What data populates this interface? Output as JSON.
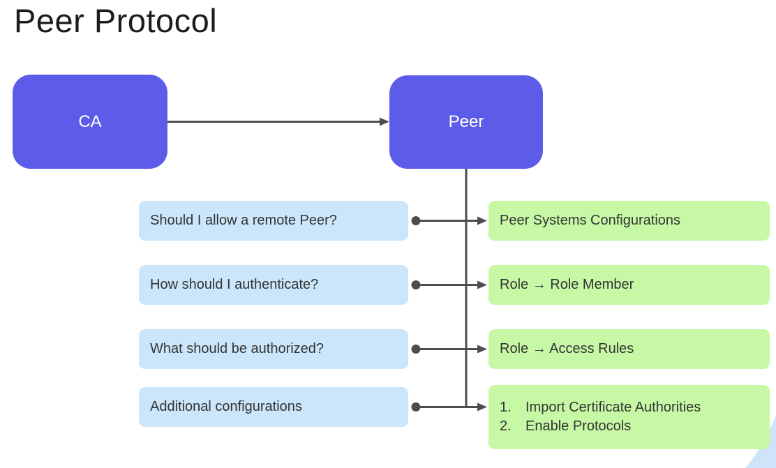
{
  "title": "Peer Protocol",
  "colors": {
    "node": "#5c5ce8",
    "node_text": "#ffffff",
    "question": "#cbe6fa",
    "answer": "#c6f8a6",
    "text": "#333333",
    "line": "#4d4d4d",
    "corner": "#cfe4f8",
    "title_text": "#1c1c1c"
  },
  "nodes": {
    "ca": "CA",
    "peer": "Peer"
  },
  "rows": [
    {
      "question": "Should I allow a remote Peer?",
      "answer": "Peer Systems Configurations"
    },
    {
      "question": "How should I authenticate?",
      "answer": "Role → Role Member"
    },
    {
      "question": "What should be authorized?",
      "answer": "Role → Access Rules"
    },
    {
      "question": "Additional configurations",
      "answer_items": [
        {
          "num": "1.",
          "text": "Import Certificate Authorities"
        },
        {
          "num": "2.",
          "text": "Enable Protocols"
        }
      ]
    }
  ]
}
